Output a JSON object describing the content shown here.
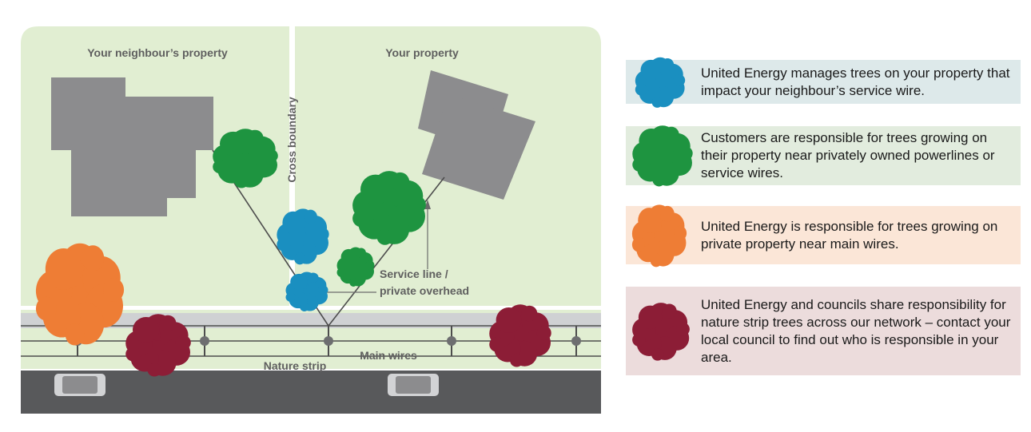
{
  "labels": {
    "neighbour_property": "Your neighbour’s property",
    "your_property": "Your property",
    "cross_boundary": "Cross boundary",
    "service_line_1": "Service line /",
    "service_line_2": "private overhead",
    "main_wires": "Main wires",
    "nature_strip": "Nature strip"
  },
  "legend": [
    {
      "tree": "blue-tree-icon",
      "color": "#1a8fc0",
      "background": "#dde9ea",
      "text": "United Energy manages trees on your property that impact your neighbour’s service wire."
    },
    {
      "tree": "green-tree-icon",
      "color": "#1e9440",
      "background": "#e2ecde",
      "text": "Customers are responsible for trees growing on their property near privately owned powerlines or service wires."
    },
    {
      "tree": "orange-tree-icon",
      "color": "#ee7d35",
      "background": "#fbe6d7",
      "text": "United Energy is responsible for trees growing on private property near main wires."
    },
    {
      "tree": "maroon-tree-icon",
      "color": "#8c1d36",
      "background": "#ecdcdc",
      "text": "United Energy and councils share responsibility for nature strip trees across our network – contact your local council to find out who is responsible in your area."
    }
  ],
  "colors": {
    "lawn": "#e1eed2",
    "house": "#8c8c8e",
    "road": "#58595b",
    "footpath": "#cfd1d3",
    "wire": "#4d4d4d",
    "label": "#5f5f5f"
  }
}
